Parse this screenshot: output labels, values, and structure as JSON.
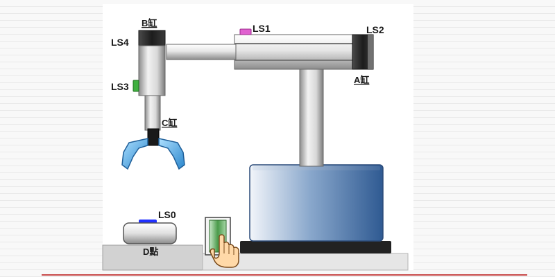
{
  "labels": {
    "ls0": "LS0",
    "ls1": "LS1",
    "ls2": "LS2",
    "ls3": "LS3",
    "ls4": "LS4",
    "cyl_a": "A缸",
    "cyl_b": "B缸",
    "cyl_c": "C缸",
    "station_d": "D點"
  },
  "colors": {
    "sensor_ls1": "#e060d0",
    "sensor_ls3": "#40b040",
    "sensor_ls0": "#2030ff",
    "button_green": "#3a8a3a",
    "gripper_blue": "#3aa0e0",
    "base_blue": "#3a64a0",
    "accent_line": "#c84a4a"
  },
  "icons": {
    "start_button": "hand-pointer-icon"
  }
}
